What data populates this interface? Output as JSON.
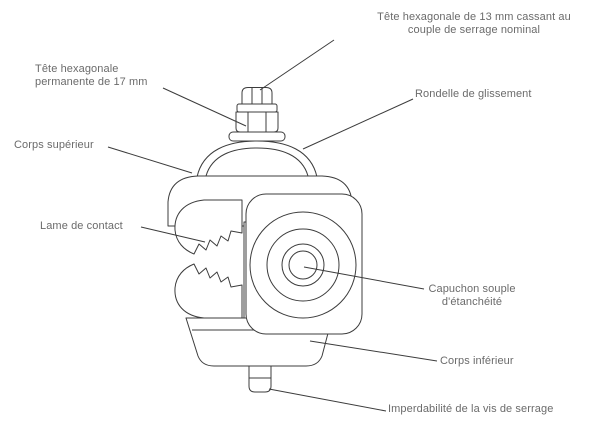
{
  "colors": {
    "background": "#ffffff",
    "drawing_line": "#3c3c3c",
    "label_text": "#6b6b6b"
  },
  "labels": {
    "shear_head": {
      "lines": [
        "Tête hexagonale de 13 mm cassant au",
        "couple de serrage nominal"
      ]
    },
    "permanent_head": {
      "lines": [
        "Tête hexagonale",
        "permanente de 17 mm"
      ]
    },
    "slide_washer": {
      "text": "Rondelle de glissement"
    },
    "upper_body": {
      "text": "Corps supérieur"
    },
    "contact_blade": {
      "text": "Lame de contact"
    },
    "sealing_cap": {
      "lines": [
        "Capuchon souple",
        "d'étanchéité"
      ]
    },
    "lower_body": {
      "text": "Corps inférieur"
    },
    "captive_screw": {
      "text": "Imperdabilité de la vis de serrage"
    }
  }
}
